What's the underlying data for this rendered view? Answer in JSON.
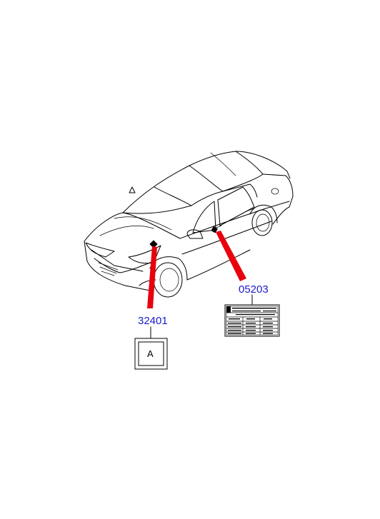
{
  "callouts": [
    {
      "part_number": "32401",
      "label_letter": "A"
    },
    {
      "part_number": "05203"
    }
  ],
  "colors": {
    "part_number_text": "#1a1acc",
    "leader_fill": "#e8000d",
    "outline": "#000000"
  },
  "label_05203_rows": [
    [
      "",
      "",
      "",
      ""
    ],
    [
      "",
      "",
      "",
      ""
    ],
    [
      "",
      "",
      "",
      ""
    ],
    [
      "",
      "",
      "",
      ""
    ]
  ]
}
